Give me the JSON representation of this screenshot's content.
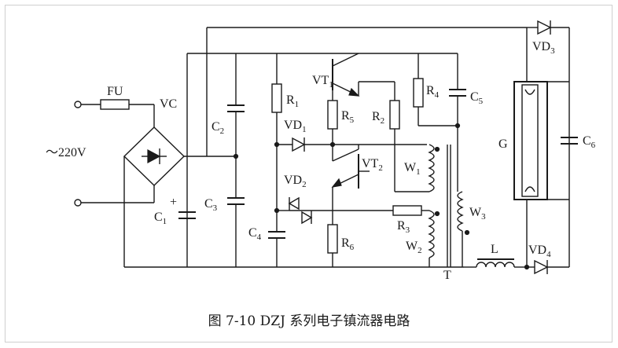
{
  "caption": "图 7-10   DZJ 系列电子镇流器电路",
  "labels": {
    "fu": "FU",
    "vc": "VC",
    "mains": "～220V",
    "c1": "C",
    "c1_sub": "1",
    "c2": "C",
    "c2_sub": "2",
    "c3": "C",
    "c3_sub": "3",
    "c4": "C",
    "c4_sub": "4",
    "c5": "C",
    "c5_sub": "5",
    "c6": "C",
    "c6_sub": "6",
    "r1": "R",
    "r1_sub": "1",
    "r2": "R",
    "r2_sub": "2",
    "r3": "R",
    "r3_sub": "3",
    "r4": "R",
    "r4_sub": "4",
    "r5": "R",
    "r5_sub": "5",
    "r6": "R",
    "r6_sub": "6",
    "vt1": "VT",
    "vt1_sub": "1",
    "vt2": "VT",
    "vt2_sub": "2",
    "vd1": "VD",
    "vd1_sub": "1",
    "vd2": "VD",
    "vd2_sub": "2",
    "vd3": "VD",
    "vd3_sub": "3",
    "vd4": "VD",
    "vd4_sub": "4",
    "w1": "W",
    "w1_sub": "1",
    "w2": "W",
    "w2_sub": "2",
    "w3": "W",
    "w3_sub": "3",
    "t": "T",
    "l": "L",
    "g": "G",
    "plus": "+"
  }
}
